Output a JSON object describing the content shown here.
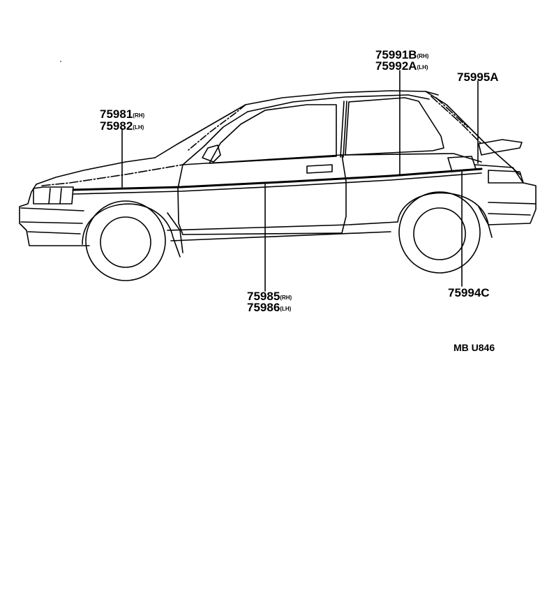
{
  "labels": {
    "l_75981": {
      "num": "75981",
      "suffix": "(RH)"
    },
    "l_75982": {
      "num": "75982",
      "suffix": "(LH)"
    },
    "l_75991b": {
      "num": "75991B",
      "suffix": "(RH)"
    },
    "l_75992a": {
      "num": "75992A",
      "suffix": "(LH)"
    },
    "l_75995a": {
      "num": "75995A",
      "suffix": ""
    },
    "l_75985": {
      "num": "75985",
      "suffix": "(RH)"
    },
    "l_75986": {
      "num": "75986",
      "suffix": "(LH)"
    },
    "l_75994c": {
      "num": "75994C",
      "suffix": ""
    }
  },
  "diagram_code": "MB U846"
}
